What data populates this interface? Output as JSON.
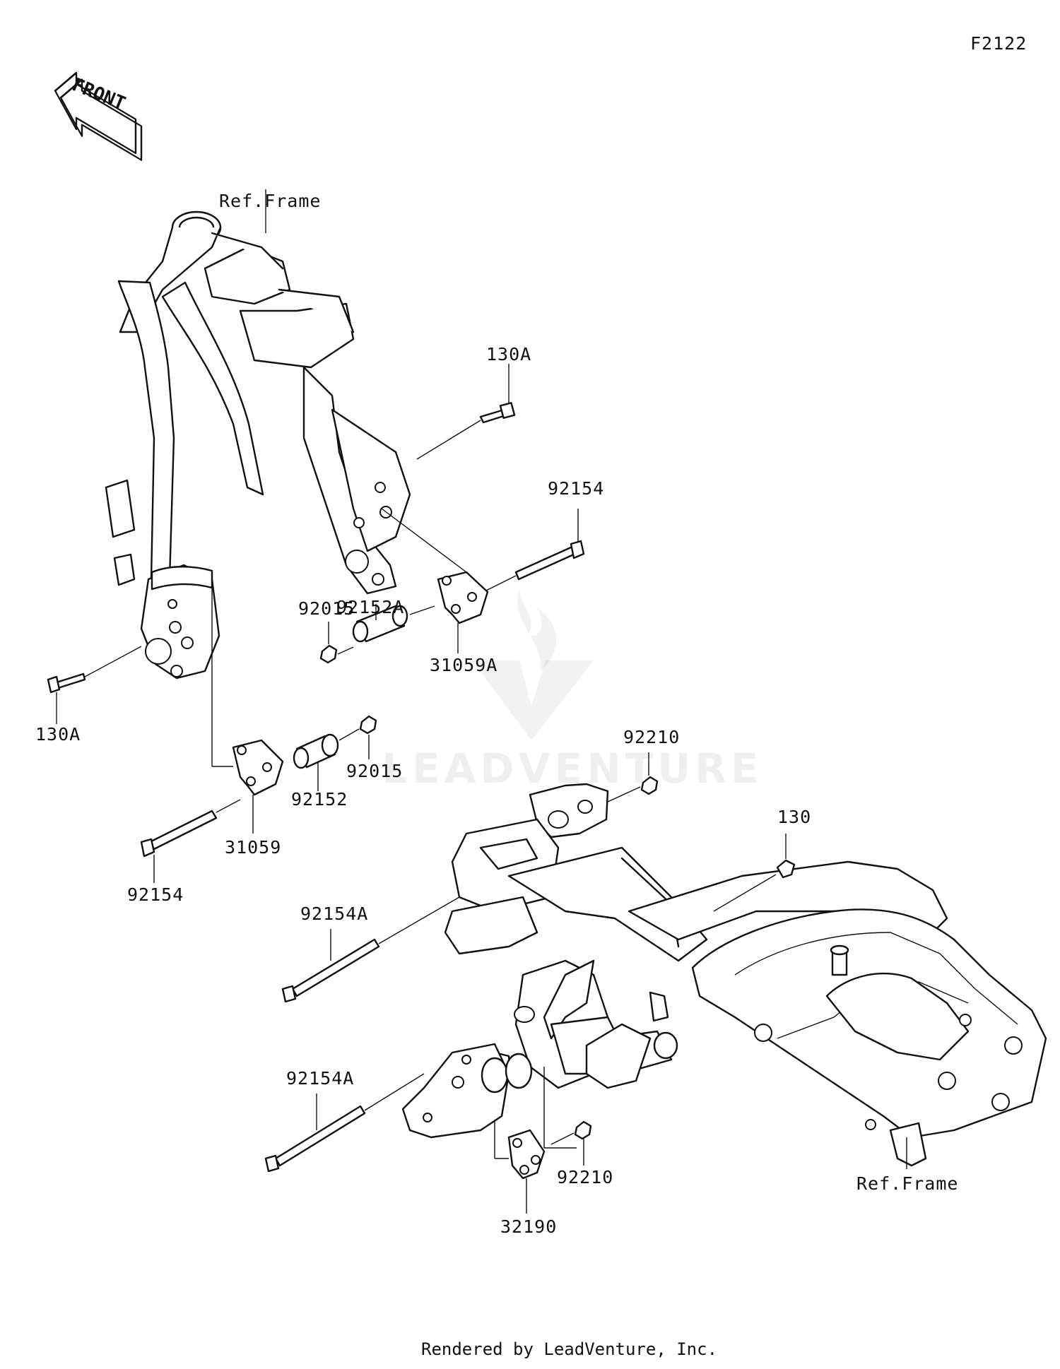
{
  "diagram_code": "F2122",
  "front_arrow": {
    "text": "FRONT",
    "icon": "front-arrow-icon"
  },
  "footer": "Rendered by LeadVenture, Inc.",
  "watermark": "LEADVENTURE",
  "labels": {
    "ref_frame_top": "Ref.Frame",
    "ref_frame_bottom": "Ref.Frame",
    "bolt_130a_upper": "130A",
    "bolt_130a_left": "130A",
    "bolt_92154_upper": "92154",
    "collar_92152a": "92152A",
    "nut_92015_upper": "92015",
    "bracket_31059a": "31059A",
    "nut_92015_lower": "92015",
    "collar_92152": "92152",
    "bracket_31059": "31059",
    "bolt_92154_lower": "92154",
    "nut_92210_upper": "92210",
    "bolt_130": "130",
    "bolt_92154a_upper": "92154A",
    "bolt_92154a_lower": "92154A",
    "nut_92210_lower": "92210",
    "bracket_32190": "32190"
  }
}
